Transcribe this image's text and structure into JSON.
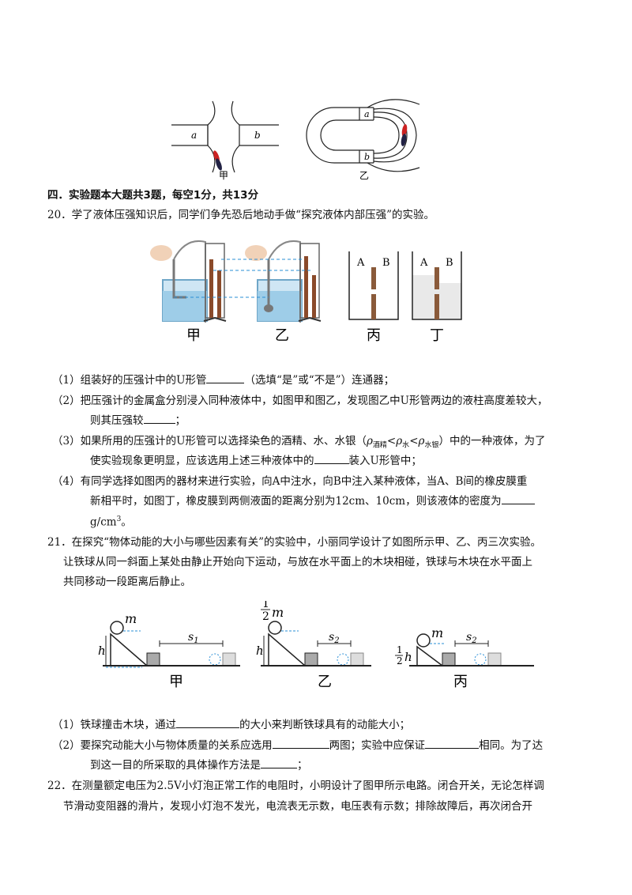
{
  "fig_top": {
    "label_a": "a",
    "label_b": "b",
    "caption_left": "甲",
    "caption_right": "乙"
  },
  "section4": {
    "heading": "四．实验题本大题共3题，每空1分，共13分"
  },
  "q20": {
    "stem": "20．学了液体压强知识后，同学们争先恐后地动手做“探究液体内部压强”的实验。",
    "fig_labels": [
      "甲",
      "乙",
      "丙",
      "丁"
    ],
    "fig_letters": [
      "A",
      "B"
    ],
    "p1_pre": "（1）组装好的压强计中的U形管",
    "p1_post": "（选填“是”或“不是”）连通器；",
    "p2_line1": "（2）把压强计的金属盒分别浸入同种液体中，如图甲和图乙，发现图乙中U形管两边的液柱高度差较大，",
    "p2_line2_pre": "则其压强较",
    "p2_line2_post": "；",
    "p3_line1_pre": "（3）如果所用的压强计的U形管可以选择染色的酒精、水、水银（",
    "p3_rho": "ρ",
    "p3_sub_alcohol": "酒精",
    "p3_lt": "<",
    "p3_sub_water": "水",
    "p3_sub_mercury": "水银",
    "p3_line1_post": "）中的一种液体，为了",
    "p3_line2_pre": "使实验现象更明显，应该选用上述三种液体中的",
    "p3_line2_post": "装入U形管中；",
    "p4_line1": "（4）有同学选择如图丙的器材来进行实验，向A中注水，向B中注入某种液体，当A、B间的橡皮膜重",
    "p4_line2": "新相平时，如图丁，橡皮膜到两侧液面的距离分别为12cm、10cm，则该液体的密度为",
    "p4_line3": "g/cm",
    "p4_sup": "3",
    "p4_end": "。"
  },
  "q21": {
    "line1": "21．在探究“物体动能的大小与哪些因素有关”的实验中，小丽同学设计了如图所示甲、乙、丙三次实验。",
    "line2": "让铁球从同一斜面上某处由静止开始向下运动，与放在水平面上的木块相碰，铁球与木块在水平面上",
    "line3": "共同移动一段距离后静止。",
    "fig": {
      "m": "m",
      "half_num": "1",
      "half_den": "2",
      "h": "h",
      "s": "s",
      "sub1": "1",
      "sub2": "2",
      "captions": [
        "甲",
        "乙",
        "丙"
      ]
    },
    "p1_pre": "（1）铁球撞击木块，通过",
    "p1_post": "的大小来判断铁球具有的动能大小；",
    "p2_pre": "（2）要探究动能大小与物体质量的关系应选用",
    "p2_mid": "两图；实验中应保证",
    "p2_post": "相同。为了达",
    "p2_line2_pre": "到这一目的所采取的具体操作方法是",
    "p2_line2_post": "；"
  },
  "q22": {
    "line1": "22．在测量额定电压为2.5V小灯泡正常工作的电阻时，小明设计了图甲所示电路。闭合开关，无论怎样调",
    "line2": "节滑动变阻器的滑片，发现小灯泡不发光，电流表无示数，电压表有示数；排除故障后，再次闭合开"
  }
}
